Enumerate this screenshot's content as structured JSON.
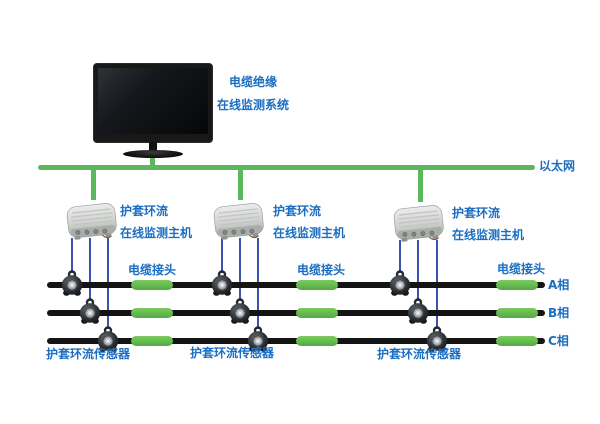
{
  "colors": {
    "bus_green": "#5CB85C",
    "joint_green": "#62B94E",
    "text_blue": "#1B6EC2",
    "wire_blue": "#3B52B0",
    "cable_black": "#141414"
  },
  "title": {
    "line1": "电缆绝缘",
    "line2": "在线监测系统"
  },
  "ethernet": {
    "label": "以太网"
  },
  "hosts": [
    {
      "line1": "护套环流",
      "line2": "在线监测主机"
    },
    {
      "line1": "护套环流",
      "line2": "在线监测主机"
    },
    {
      "line1": "护套环流",
      "line2": "在线监测主机"
    }
  ],
  "cable_joint_labels": [
    "电缆接头",
    "电缆接头",
    "电缆接头"
  ],
  "sensor_labels": [
    "护套环流传感器",
    "护套环流传感器",
    "护套环流传感器"
  ],
  "phases": [
    {
      "label": "A相"
    },
    {
      "label": "B相"
    },
    {
      "label": "C相"
    }
  ]
}
